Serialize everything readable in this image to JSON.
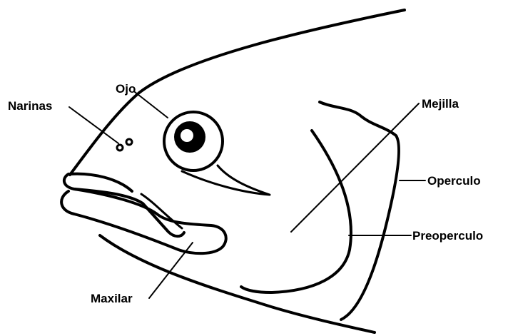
{
  "labels": {
    "narinas": "Narinas",
    "ojo": "Ojo",
    "mejilla": "Mejilla",
    "operculo": "Operculo",
    "preoperculo": "Preoperculo",
    "maxilar": "Maxilar"
  }
}
